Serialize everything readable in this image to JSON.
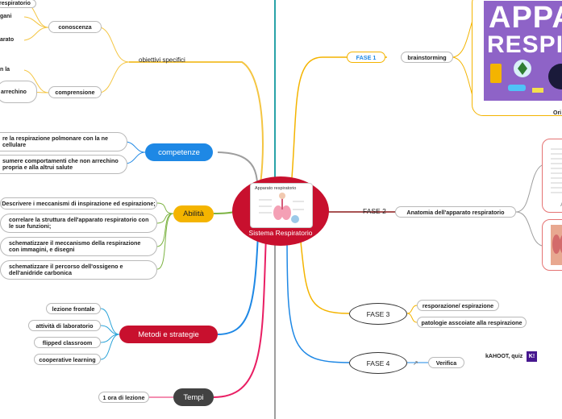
{
  "center": {
    "title": "Sistema Respiratorio",
    "thumb_caption": "Apparato respiratorio",
    "color": "#c8102e"
  },
  "left": {
    "obiettivi": {
      "label": "obiettivi specifici",
      "conoscenza": {
        "label": "conoscenza",
        "items": [
          "respiratorio",
          "gani",
          "arato"
        ]
      },
      "comprensione": {
        "label": "comprensione",
        "items": [
          "n la",
          "arrechino"
        ]
      }
    },
    "competenze": {
      "label": "competenze",
      "color": "#1e88e5",
      "items": [
        "re la respirazione polmonare con la ne cellulare",
        "sumere comportamenti che non arrechino propria e alla altrui salute"
      ]
    },
    "abilita": {
      "label": "Abilità",
      "color": "#f4b400",
      "items": [
        "Descrivere i meccanismi di inspirazione ed espirazione;",
        "correlare la struttura dell'apparato respiratorio con le sue funzioni;",
        "schematizzare il meccanismo della respirazione con immagini, e disegni",
        "schematizzare il percorso dell'ossigeno e dell'anidride carbonica"
      ]
    },
    "metodi": {
      "label": "Metodi e strategie",
      "color": "#c8102e",
      "items": [
        "lezione frontale",
        "attività di laboratorio",
        "flipped classroom",
        "cooperative learning"
      ]
    },
    "tempi": {
      "label": "Tempi",
      "color": "#424242",
      "items": [
        "1 ora di lezione"
      ]
    }
  },
  "right": {
    "fase1": {
      "label": "FASE 1",
      "child": "brainstorming",
      "image_text": [
        "APPA",
        "RESPI"
      ],
      "image_caption": "Ori"
    },
    "fase2": {
      "label": "FASE 2",
      "child": "Anatomia dell'apparato respiratorio",
      "side_letter": "A"
    },
    "fase3": {
      "label": "FASE 3",
      "children": [
        "resporazione/ espirazione",
        "patologie asscoiate alla respirazione"
      ]
    },
    "fase4": {
      "label": "FASE 4",
      "child": "Verifica",
      "kahoot": "kAHOOT, quiz",
      "kahoot_badge": "K!"
    }
  }
}
